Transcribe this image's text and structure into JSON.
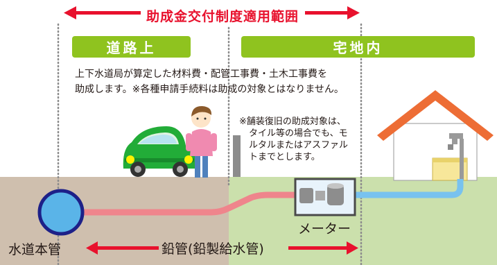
{
  "scope_title": "助成金交付制度適用範囲",
  "zones": {
    "road": "道路上",
    "residence": "宅地内"
  },
  "description": {
    "line1": "上下水道局が算定した材料費・配管工事費・土木工事費を",
    "line2": "助成します。※各種申請手続料は助成の対象とはなりません。"
  },
  "pavement_note": {
    "line1": "※舗装復旧の助成対象は、",
    "line2": "タイル等の場合でも、モ",
    "line3": "ルタルまたはアスファル",
    "line4": "トまでとします。"
  },
  "labels": {
    "meter": "メーター",
    "water_main": "水道本管",
    "lead_pipe": "鉛管(鉛製給水管)"
  },
  "colors": {
    "accent_red": "#e8112d",
    "zone_green": "#8fc31f",
    "ground_road": "#cfbfae",
    "ground_yard": "#cbe0ac",
    "lead_pipe": "#ef858c",
    "new_pipe": "#78c2ef",
    "house_roof": "#ed6d35",
    "car": "#22ac38"
  }
}
